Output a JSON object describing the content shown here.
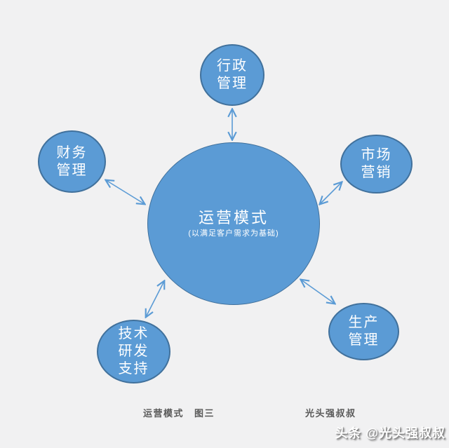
{
  "diagram": {
    "center": {
      "title": "运营模式",
      "subtitle": "(以满足客户需求为基础)"
    },
    "nodes": [
      {
        "id": "admin",
        "lines": [
          "行政",
          "管理"
        ]
      },
      {
        "id": "finance",
        "lines": [
          "财务",
          "管理"
        ]
      },
      {
        "id": "marketing",
        "lines": [
          "市场",
          "营销"
        ]
      },
      {
        "id": "tech",
        "lines": [
          "技术",
          "研发",
          "支持"
        ]
      },
      {
        "id": "production",
        "lines": [
          "生产",
          "管理"
        ]
      }
    ]
  },
  "caption": {
    "left_title": "运营模式",
    "left_figure": "图三",
    "right_author": "光头强叔叔"
  },
  "watermark": "头条 @光头强叔叔",
  "colors": {
    "background": "#F1F1F2",
    "node_fill": "#5B9BD5",
    "node_border": "#41719C",
    "node_text": "#FFFFFF",
    "arrow": "#5B9BD5",
    "caption_text": "#595959"
  }
}
